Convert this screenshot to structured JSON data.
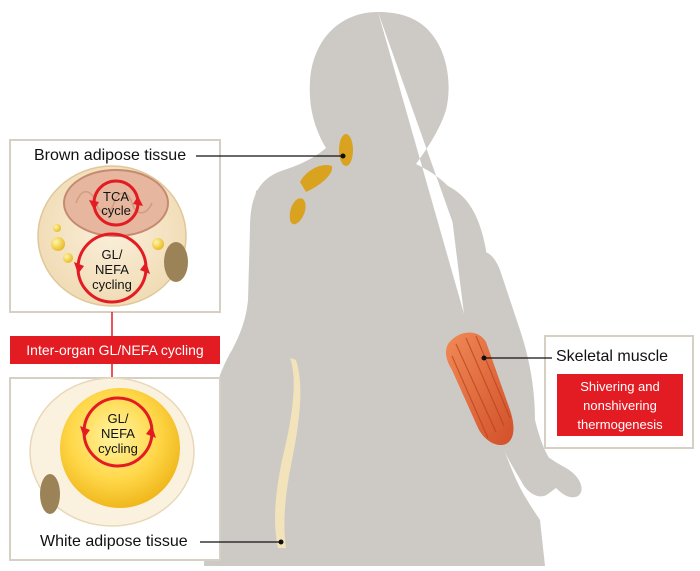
{
  "panels": {
    "brown_adipose": {
      "label": "Brown adipose tissue",
      "cycle_1": {
        "line1": "TCA",
        "line2": "cycle"
      },
      "cycle_2": {
        "line1": "GL/",
        "line2": "NEFA",
        "line3": "cycling"
      }
    },
    "inter_organ": {
      "label": "Inter-organ GL/NEFA cycling"
    },
    "white_adipose": {
      "label": "White adipose tissue",
      "cycle": {
        "line1": "GL/",
        "line2": "NEFA",
        "line3": "cycling"
      }
    },
    "skeletal_muscle": {
      "label": "Skeletal muscle",
      "effect": {
        "line1": "Shivering and",
        "line2": "nonshivering",
        "line3": "thermogenesis"
      }
    }
  },
  "colors": {
    "silhouette": "#cdcac6",
    "panel_border": "#d6cfc4",
    "accent_red": "#e31b23",
    "brown_fat": "#d9a21f",
    "white_fat": "#f3e3bb",
    "muscle": "#e86a3c"
  }
}
